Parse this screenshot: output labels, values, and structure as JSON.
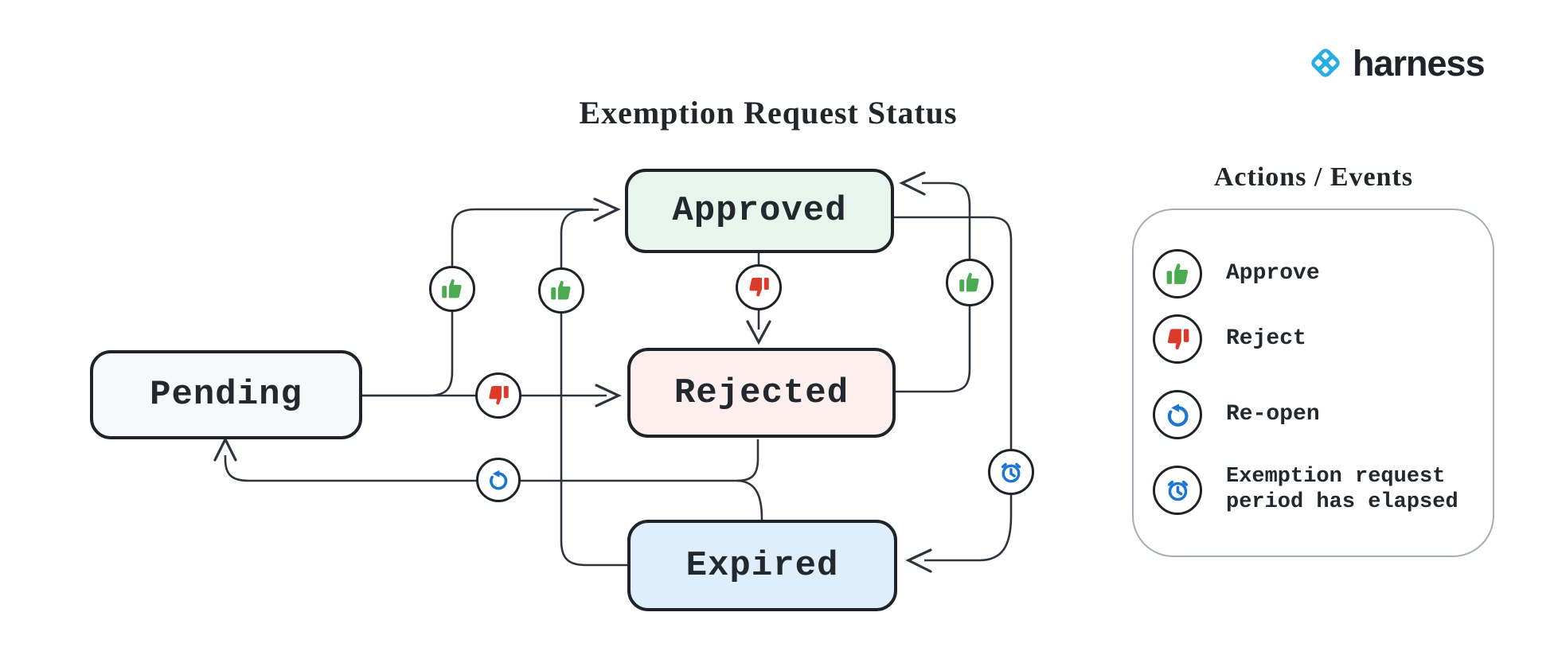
{
  "title": "Exemption Request Status",
  "brand": {
    "name": "harness"
  },
  "states": {
    "pending": {
      "label": "Pending",
      "fill": "#f6f8fa"
    },
    "approved": {
      "label": "Approved",
      "fill": "#e8f5ec"
    },
    "rejected": {
      "label": "Rejected",
      "fill": "#fdefee"
    },
    "expired": {
      "label": "Expired",
      "fill": "#dfeefb"
    }
  },
  "legend": {
    "title": "Actions / Events",
    "items": [
      {
        "icon": "thumb-up-icon",
        "label": "Approve"
      },
      {
        "icon": "thumb-down-icon",
        "label": "Reject"
      },
      {
        "icon": "re-open-icon",
        "label": "Re-open"
      },
      {
        "icon": "alarm-clock-icon",
        "label": "Exemption request period has elapsed"
      }
    ]
  },
  "edges": [
    {
      "from": "Pending",
      "to": "Approved",
      "action": "Approve"
    },
    {
      "from": "Pending",
      "to": "Rejected",
      "action": "Reject"
    },
    {
      "from": "Approved",
      "to": "Rejected",
      "action": "Reject"
    },
    {
      "from": "Rejected",
      "to": "Approved",
      "action": "Approve"
    },
    {
      "from": "Expired",
      "to": "Approved",
      "action": "Approve"
    },
    {
      "from": "Approved",
      "to": "Expired",
      "action": "Exemption request period has elapsed"
    },
    {
      "from": "Rejected",
      "to": "Pending",
      "action": "Re-open"
    },
    {
      "from": "Expired",
      "to": "Pending",
      "action": "Re-open"
    }
  ],
  "colors": {
    "ink": "#1e2329",
    "line": "#2e343b",
    "text": "#23282e",
    "approve_green": "#4aab50",
    "reject_red": "#dd3a2a",
    "action_blue": "#1b76d2",
    "brand_blue": "#29ace3",
    "legend_border": "#a7adb4"
  }
}
